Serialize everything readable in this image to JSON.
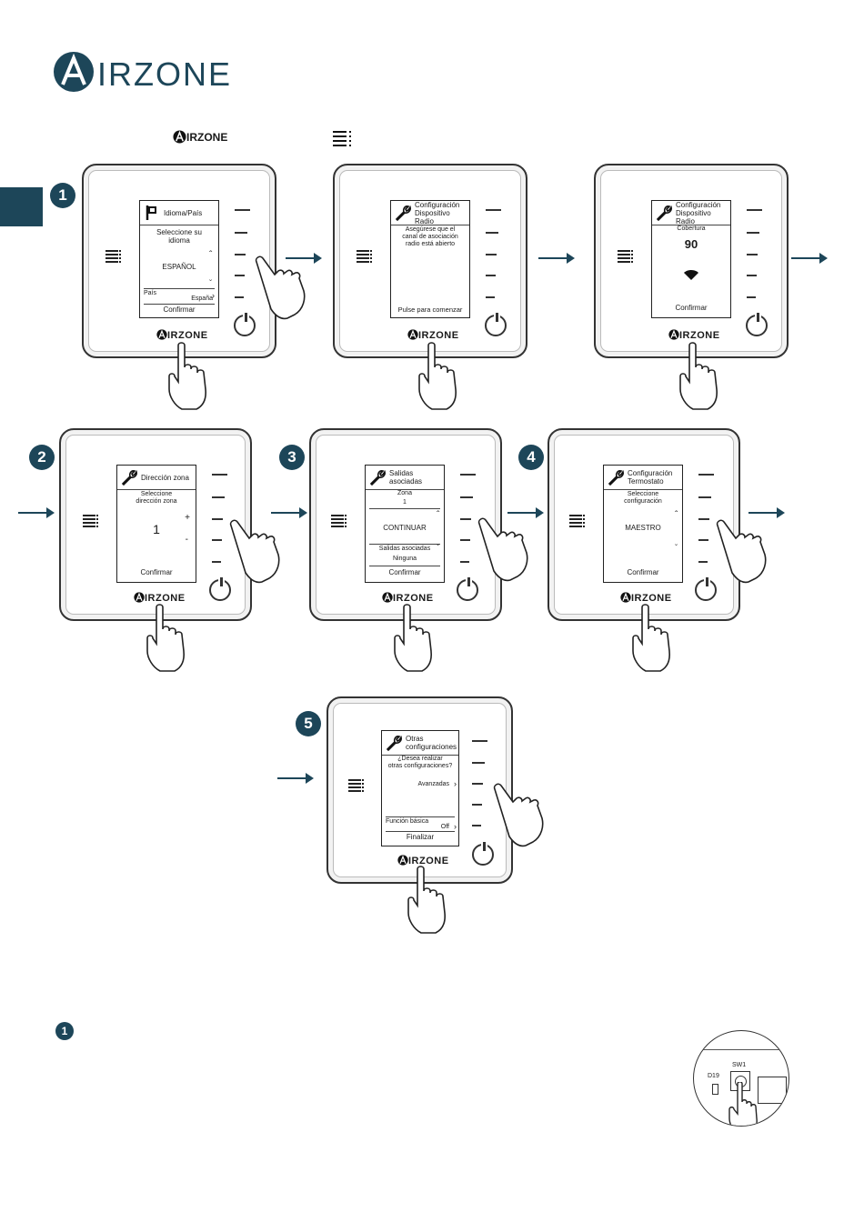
{
  "brand": {
    "logo_letter": "A",
    "logo_text": "IRZONE",
    "device_logo": "IRZONE"
  },
  "steps": [
    {
      "number": "1"
    },
    {
      "number": "2"
    },
    {
      "number": "3"
    },
    {
      "number": "4"
    },
    {
      "number": "5"
    }
  ],
  "device1": {
    "title": "Idioma/País",
    "prompt_l1": "Seleccione su",
    "prompt_l2": "idioma",
    "value": "ESPAÑOL",
    "footer_label": "País",
    "footer_value": "España",
    "confirm": "Confirmar"
  },
  "device2": {
    "title_l1": "Configuración",
    "title_l2": "Dispositivo Radio",
    "msg_l1": "Asegúrese que el",
    "msg_l2": "canal de asociación",
    "msg_l3": "radio está abierto",
    "confirm": "Pulse para comenzar"
  },
  "device3": {
    "title_l1": "Configuración",
    "title_l2": "Dispositivo Radio",
    "label": "Cobertura",
    "value": "90",
    "confirm": "Confirmar"
  },
  "device4": {
    "title": "Dirección zona",
    "prompt_l1": "Seleccione",
    "prompt_l2": "dirección zona",
    "value": "1",
    "plus": "+",
    "minus": "-",
    "confirm": "Confirmar"
  },
  "device5": {
    "title": "Salidas asociadas",
    "zone_label": "Zona",
    "zone_value": "1",
    "value": "CONTINUAR",
    "outputs_label": "Salidas asociadas",
    "outputs_value": "Ninguna",
    "confirm": "Confirmar"
  },
  "device6": {
    "title_l1": "Configuración",
    "title_l2": "Termostato",
    "prompt_l1": "Seleccione",
    "prompt_l2": "configuración",
    "value": "MAESTRO",
    "confirm": "Confirmar"
  },
  "device7": {
    "title_l1": "Otras",
    "title_l2": "configuraciones",
    "question_l1": "¿Desea realizar",
    "question_l2": "otras configuraciones?",
    "option": "Avanzadas",
    "func_label": "Función básica",
    "func_value": "Off",
    "confirm": "Finalizar"
  },
  "board": {
    "d19": "D19",
    "sw1": "SW1"
  }
}
